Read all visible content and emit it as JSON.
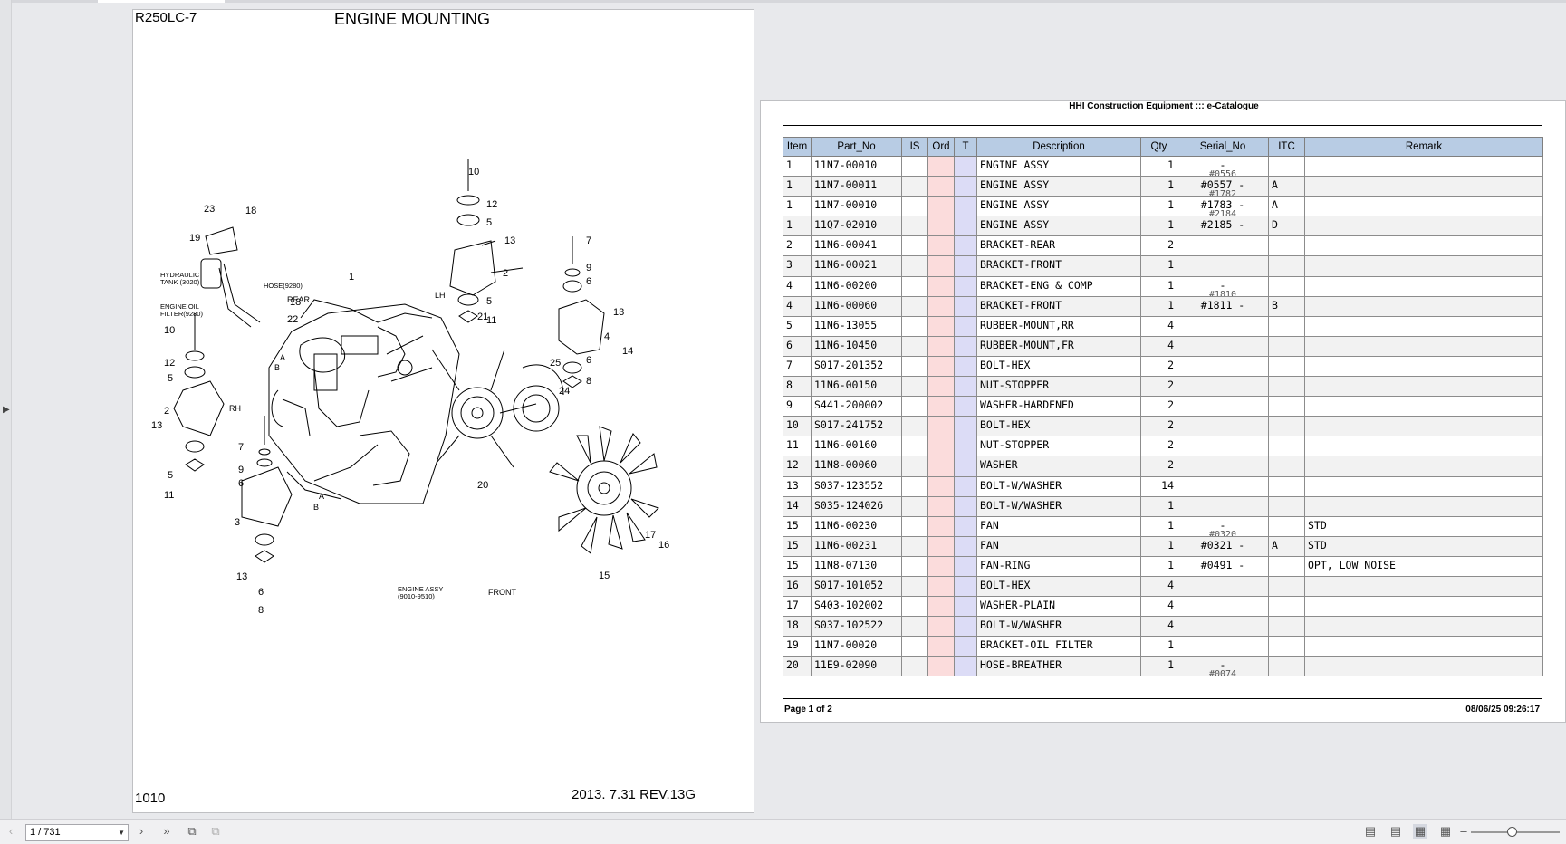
{
  "viewer": {
    "page_indicator": "1 / 731"
  },
  "drawing": {
    "model": "R250LC-7",
    "title": "ENGINE MOUNTING",
    "page_code": "1010",
    "date_rev": "2013. 7.31  REV.13G",
    "labels": {
      "hydraulic_tank": "HYDRAULIC",
      "hydraulic_tank_2": "TANK (3020)",
      "hose": "HOSE(9280)",
      "engine_oil": "ENGINE OIL",
      "engine_oil_2": "FILTER(9280)",
      "rear": "REAR",
      "lh": "LH",
      "rh": "RH",
      "front": "FRONT",
      "engine_assy": "ENGINE ASSY",
      "engine_assy_2": "(9010-9510)",
      "a": "A",
      "b": "B"
    },
    "callouts": [
      "1",
      "2",
      "3",
      "4",
      "5",
      "6",
      "7",
      "8",
      "9",
      "10",
      "11",
      "12",
      "13",
      "14",
      "15",
      "16",
      "17",
      "18",
      "19",
      "20",
      "21",
      "22",
      "23",
      "24",
      "25"
    ]
  },
  "catalogue": {
    "header": "HHI Construction Equipment ::: e-Catalogue",
    "page_info": "Page 1 of 2",
    "timestamp": "08/06/25 09:26:17",
    "columns": [
      "Item",
      "Part_No",
      "IS",
      "Ord",
      "T",
      "Description",
      "Qty",
      "Serial_No",
      "ITC",
      "Remark"
    ],
    "rows": [
      {
        "item": "1",
        "part": "11N7-00010",
        "desc": "ENGINE ASSY",
        "qty": "1",
        "serial": "-",
        "ghost": "#0556",
        "itc": "",
        "remark": ""
      },
      {
        "item": "1",
        "part": "11N7-00011",
        "desc": "ENGINE ASSY",
        "qty": "1",
        "serial": "#0557 -",
        "ghost": "#1782",
        "itc": "A",
        "remark": ""
      },
      {
        "item": "1",
        "part": "11N7-00010",
        "desc": "ENGINE ASSY",
        "qty": "1",
        "serial": "#1783 -",
        "ghost": "#2184",
        "itc": "A",
        "remark": ""
      },
      {
        "item": "1",
        "part": "11Q7-02010",
        "desc": "ENGINE ASSY",
        "qty": "1",
        "serial": "#2185 -",
        "ghost": "",
        "itc": "D",
        "remark": ""
      },
      {
        "item": "2",
        "part": "11N6-00041",
        "desc": "BRACKET-REAR",
        "qty": "2",
        "serial": "",
        "ghost": "",
        "itc": "",
        "remark": ""
      },
      {
        "item": "3",
        "part": "11N6-00021",
        "desc": "BRACKET-FRONT",
        "qty": "1",
        "serial": "",
        "ghost": "",
        "itc": "",
        "remark": ""
      },
      {
        "item": "4",
        "part": "11N6-00200",
        "desc": "BRACKET-ENG & COMP",
        "qty": "1",
        "serial": "-",
        "ghost": "#1810",
        "itc": "",
        "remark": ""
      },
      {
        "item": "4",
        "part": "11N6-00060",
        "desc": "BRACKET-FRONT",
        "qty": "1",
        "serial": "#1811 -",
        "ghost": "",
        "itc": "B",
        "remark": ""
      },
      {
        "item": "5",
        "part": "11N6-13055",
        "desc": "RUBBER-MOUNT,RR",
        "qty": "4",
        "serial": "",
        "ghost": "",
        "itc": "",
        "remark": ""
      },
      {
        "item": "6",
        "part": "11N6-10450",
        "desc": "RUBBER-MOUNT,FR",
        "qty": "4",
        "serial": "",
        "ghost": "",
        "itc": "",
        "remark": ""
      },
      {
        "item": "7",
        "part": "S017-201352",
        "desc": "BOLT-HEX",
        "qty": "2",
        "serial": "",
        "ghost": "",
        "itc": "",
        "remark": ""
      },
      {
        "item": "8",
        "part": "11N6-00150",
        "desc": "NUT-STOPPER",
        "qty": "2",
        "serial": "",
        "ghost": "",
        "itc": "",
        "remark": ""
      },
      {
        "item": "9",
        "part": "S441-200002",
        "desc": "WASHER-HARDENED",
        "qty": "2",
        "serial": "",
        "ghost": "",
        "itc": "",
        "remark": ""
      },
      {
        "item": "10",
        "part": "S017-241752",
        "desc": "BOLT-HEX",
        "qty": "2",
        "serial": "",
        "ghost": "",
        "itc": "",
        "remark": ""
      },
      {
        "item": "11",
        "part": "11N6-00160",
        "desc": "NUT-STOPPER",
        "qty": "2",
        "serial": "",
        "ghost": "",
        "itc": "",
        "remark": ""
      },
      {
        "item": "12",
        "part": "11N8-00060",
        "desc": "WASHER",
        "qty": "2",
        "serial": "",
        "ghost": "",
        "itc": "",
        "remark": ""
      },
      {
        "item": "13",
        "part": "S037-123552",
        "desc": "BOLT-W/WASHER",
        "qty": "14",
        "serial": "",
        "ghost": "",
        "itc": "",
        "remark": ""
      },
      {
        "item": "14",
        "part": "S035-124026",
        "desc": "BOLT-W/WASHER",
        "qty": "1",
        "serial": "",
        "ghost": "",
        "itc": "",
        "remark": ""
      },
      {
        "item": "15",
        "part": "11N6-00230",
        "desc": "FAN",
        "qty": "1",
        "serial": "-",
        "ghost": "#0320",
        "itc": "",
        "remark": "STD"
      },
      {
        "item": "15",
        "part": "11N6-00231",
        "desc": "FAN",
        "qty": "1",
        "serial": "#0321 -",
        "ghost": "",
        "itc": "A",
        "remark": "STD"
      },
      {
        "item": "15",
        "part": "11N8-07130",
        "desc": "FAN-RING",
        "qty": "1",
        "serial": "#0491 -",
        "ghost": "",
        "itc": "",
        "remark": "OPT, LOW NOISE"
      },
      {
        "item": "16",
        "part": "S017-101052",
        "desc": "BOLT-HEX",
        "qty": "4",
        "serial": "",
        "ghost": "",
        "itc": "",
        "remark": ""
      },
      {
        "item": "17",
        "part": "S403-102002",
        "desc": "WASHER-PLAIN",
        "qty": "4",
        "serial": "",
        "ghost": "",
        "itc": "",
        "remark": ""
      },
      {
        "item": "18",
        "part": "S037-102522",
        "desc": "BOLT-W/WASHER",
        "qty": "4",
        "serial": "",
        "ghost": "",
        "itc": "",
        "remark": ""
      },
      {
        "item": "19",
        "part": "11N7-00020",
        "desc": "BRACKET-OIL FILTER",
        "qty": "1",
        "serial": "",
        "ghost": "",
        "itc": "",
        "remark": ""
      },
      {
        "item": "20",
        "part": "11E9-02090",
        "desc": "HOSE-BREATHER",
        "qty": "1",
        "serial": "-",
        "ghost": "#0074",
        "itc": "",
        "remark": ""
      }
    ]
  }
}
